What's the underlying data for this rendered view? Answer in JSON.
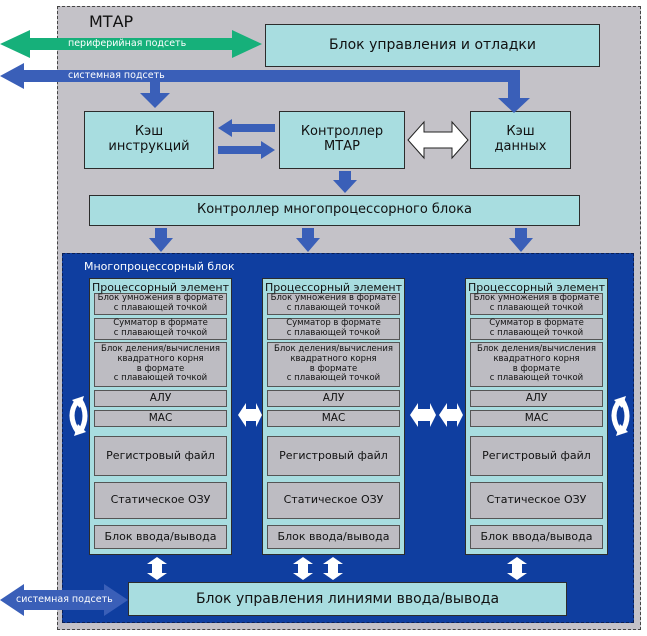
{
  "mtap_label": "МТАР",
  "debug_block": "Блок управления и отладки",
  "peripheral_subnet": "периферийная подсеть",
  "system_subnet_top": "системная подсеть",
  "icache": "Кэш\nинструкций",
  "controller": "Контроллер\nМТАР",
  "dcache": "Кэш\nданных",
  "mp_controller": "Контроллер многопроцессорного блока",
  "mp_block_label": "Многопроцессорный блок",
  "pe": {
    "title": "Процессорный элемент",
    "fmul": "Блок умножения в формате\nс плавающей точкой",
    "fadd": "Сумматор в формате\nс плавающей точкой",
    "fdiv": "Блок деления/вычисления\nквадратного корня\nв формате\nс плавающей точкой",
    "alu": "АЛУ",
    "mac": "МАС",
    "regfile": "Регистровый файл",
    "sram": "Статическое ОЗУ",
    "io": "Блок ввода/вывода"
  },
  "io_ctrl": "Блок управления линиями ввода/вывода",
  "system_subnet_bottom": "системная подсеть",
  "colors": {
    "green_arrow": "#16b07a",
    "blue_arrow": "#3a5fb8",
    "cyan": "#a8dde0",
    "mp_blue": "#0f3ea0",
    "grey": "#c4c2c8"
  }
}
